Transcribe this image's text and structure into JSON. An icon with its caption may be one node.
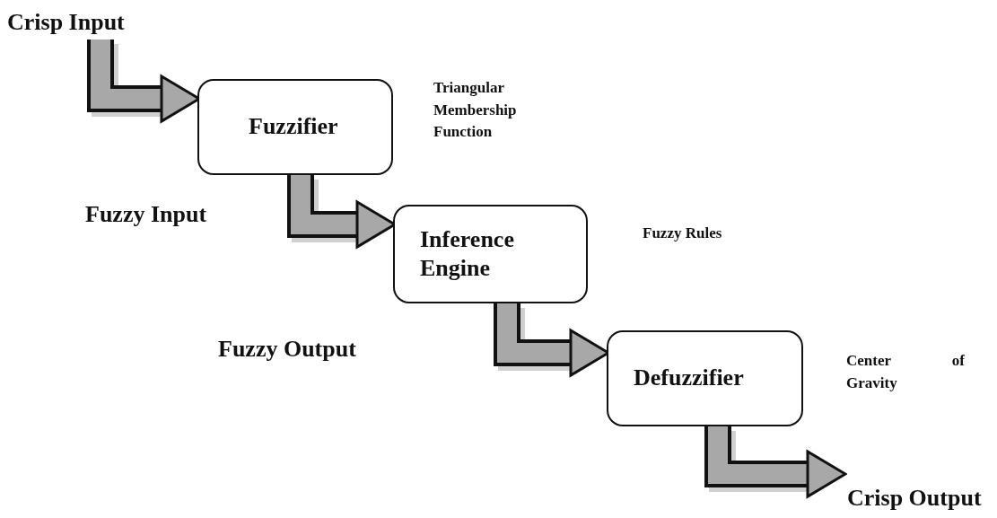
{
  "diagram": {
    "nodes": [
      {
        "text": [
          "Crisp Input"
        ]
      },
      {
        "text": [
          "Fuzzifier"
        ],
        "beside": [
          "Triangular Membership Function"
        ]
      },
      {
        "text": [
          "Inference Engine"
        ],
        "beside": [
          "Fuzzy Rules"
        ]
      },
      {
        "text": [
          "Defuzzifier"
        ],
        "beside": [
          "Center of Gravity"
        ]
      },
      {
        "text": [
          "Crisp Output"
        ]
      }
    ],
    "edges": [
      {
        "from": 0,
        "to": 1,
        "arrow": "to"
      },
      {
        "from": 1,
        "to": 2,
        "arrow": "to"
      },
      {
        "from": 2,
        "to": 3,
        "arrow": "to"
      },
      {
        "from": 3,
        "to": 4,
        "arrow": "to"
      }
    ],
    "labels": [
      "Fuzzy Input",
      "Fuzzy Output"
    ]
  }
}
